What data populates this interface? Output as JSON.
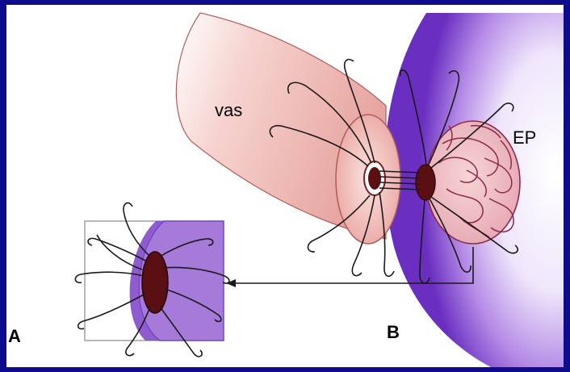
{
  "labels": {
    "vas": "vas",
    "ep": "EP",
    "panel_a": "A",
    "panel_b": "B"
  },
  "colors": {
    "frame": "#0c0c8c",
    "background": "#ffffff",
    "tunic_purple": "#7b3fc8",
    "vas_pink": "#e8a5a2",
    "lumen_dark": "#5a0f12",
    "suture": "#1a1a1a"
  }
}
